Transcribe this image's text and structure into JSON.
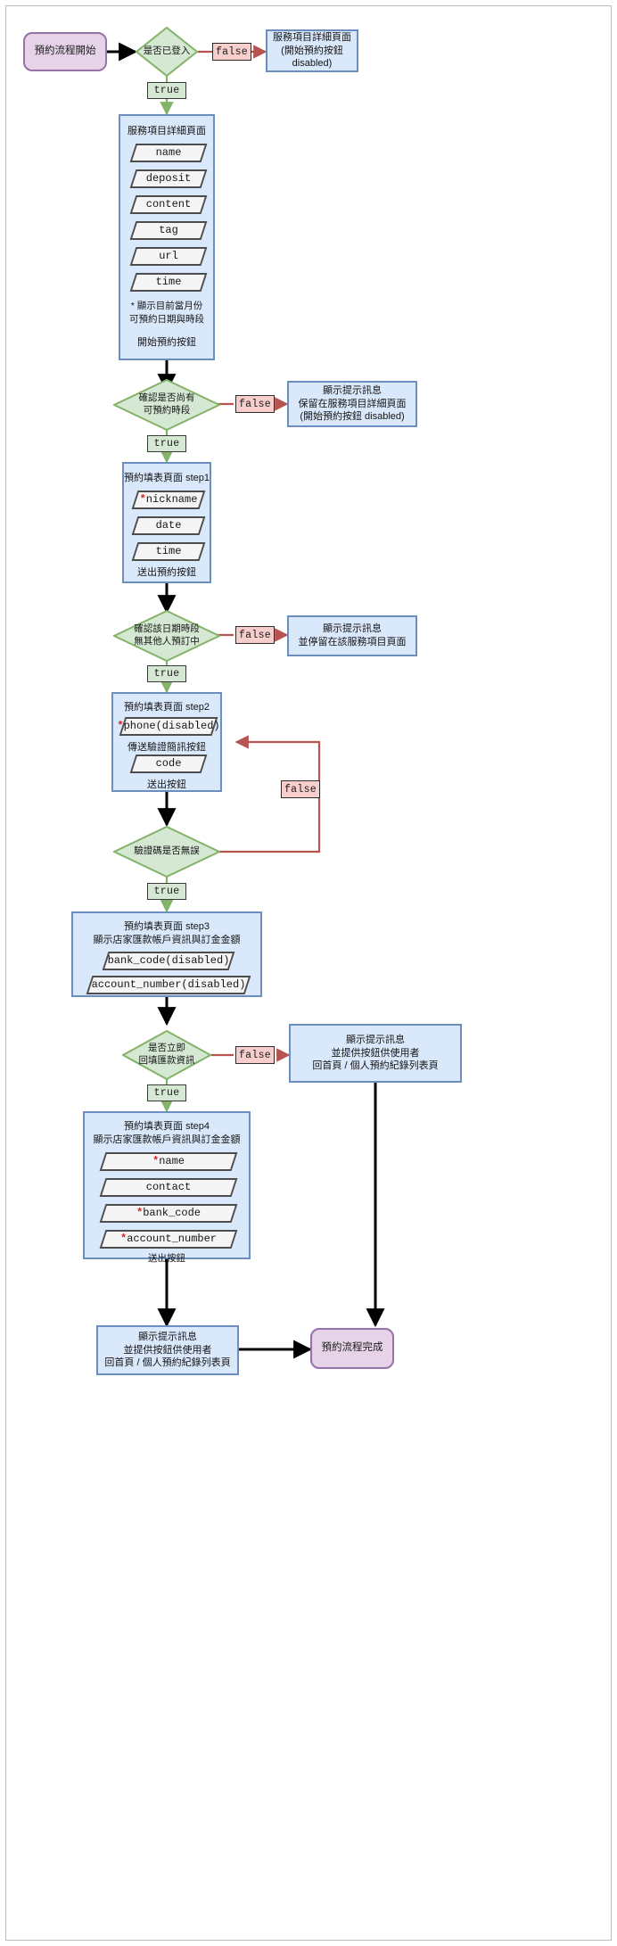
{
  "diagram": {
    "title": "預約流程 flowchart",
    "colors": {
      "terminal_fill": "#e6d3e8",
      "terminal_stroke": "#9673a6",
      "process_fill": "#dae8fc",
      "process_stroke": "#6c8ebf",
      "decision_fill": "#d5e8d4",
      "decision_stroke": "#82b366",
      "false_fill": "#f8cecc",
      "false_edge": "#b85450",
      "true_edge": "#82b366",
      "default_edge": "#000000",
      "required_mark": "#e01b1b"
    }
  },
  "labels": {
    "true": "true",
    "false": "false"
  },
  "nodes": {
    "start": {
      "text": "預約流程開始"
    },
    "d_login": {
      "text": "是否已登入"
    },
    "page_detail_disabled": {
      "line1": "服務項目詳細頁面",
      "line2": "(開始預約按鈕 disabled)"
    },
    "page_detail": {
      "title": "服務項目詳細頁面",
      "fields": [
        "name",
        "deposit",
        "content",
        "tag",
        "url",
        "time"
      ],
      "note_line1": "* 顯示目前當月份",
      "note_line2": "可預約日期與時段",
      "button": "開始預約按鈕"
    },
    "d_slot_available": {
      "line1": "確認是否尚有",
      "line2": "可預約時段"
    },
    "msg_keep_detail": {
      "line1": "顯示提示訊息",
      "line2": "保留在服務項目詳細頁面",
      "line3": "(開始預約按鈕 disabled)"
    },
    "form_step1": {
      "title": "預約填表頁面 step1",
      "fields": [
        {
          "required": true,
          "name": "nickname"
        },
        {
          "required": false,
          "name": "date"
        },
        {
          "required": false,
          "name": "time"
        }
      ],
      "button": "送出預約按鈕"
    },
    "d_slot_unbooked": {
      "line1": "確認該日期時段",
      "line2": "無其他人預訂中"
    },
    "msg_stay_detail": {
      "line1": "顯示提示訊息",
      "line2": "並停留在該服務項目頁面"
    },
    "form_step2": {
      "title": "預約填表頁面 step2",
      "field_phone": {
        "required": true,
        "name": "phone(disabled)"
      },
      "button_sms": "傳送驗證簡訊按鈕",
      "field_code": {
        "required": false,
        "name": "code"
      },
      "button": "送出按鈕"
    },
    "d_code_valid": {
      "text": "驗證碼是否無誤"
    },
    "form_step3": {
      "title_line1": "預約填表頁面 step3",
      "title_line2": "顯示店家匯款帳戶資訊與訂金金額",
      "fields": [
        "bank_code(disabled)",
        "account_number(disabled)"
      ]
    },
    "d_fill_now": {
      "line1": "是否立即",
      "line2": "回填匯款資訊"
    },
    "msg_done_alt": {
      "line1": "顯示提示訊息",
      "line2": "並提供按鈕供使用者",
      "line3": "回首頁 / 個人預約紀錄列表頁"
    },
    "form_step4": {
      "title_line1": "預約填表頁面 step4",
      "title_line2": "顯示店家匯款帳戶資訊與訂金金額",
      "fields": [
        {
          "required": true,
          "name": "name"
        },
        {
          "required": false,
          "name": "contact"
        },
        {
          "required": true,
          "name": "bank_code"
        },
        {
          "required": true,
          "name": "account_number"
        }
      ],
      "button": "送出按鈕"
    },
    "msg_done": {
      "line1": "顯示提示訊息",
      "line2": "並提供按鈕供使用者",
      "line3": "回首頁 / 個人預約紀錄列表頁"
    },
    "end": {
      "text": "預約流程完成"
    }
  }
}
